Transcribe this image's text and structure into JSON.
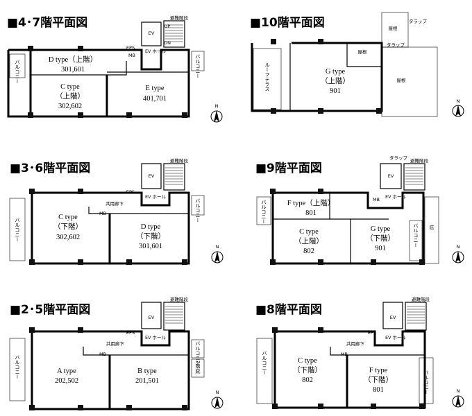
{
  "plans": [
    {
      "title": "■4･7階平面図",
      "units": [
        {
          "type": "D type（上階）",
          "rooms": "301,601"
        },
        {
          "type": "C type",
          "floor": "（上階）",
          "rooms": "302,602"
        },
        {
          "type": "E type",
          "rooms": "401,701"
        }
      ],
      "labels": {
        "balcony": "バルコニー",
        "ev": "EV",
        "ev_hall": "EV ホール",
        "eps": "EPS",
        "mb": "MB",
        "stairs": "避難階段",
        "up": "UP",
        "dn": "DN"
      }
    },
    {
      "title": "■10階平面図",
      "units": [
        {
          "type": "G type",
          "floor": "（上階）",
          "rooms": "901"
        }
      ],
      "labels": {
        "roof_terrace": "ルーフテラス",
        "elevator_roof": "屋根",
        "ev_top": "屋根",
        "rooftop": "屋根",
        "trap": "タラップ"
      }
    },
    {
      "title": "■3･6階平面図",
      "units": [
        {
          "type": "C type",
          "floor": "（下階）",
          "rooms": "302,602"
        },
        {
          "type": "D type",
          "floor": "（下階）",
          "rooms": "301,601"
        }
      ],
      "labels": {
        "balcony": "バルコニー",
        "corridor": "共用廊下",
        "ev": "EV",
        "ev_hall": "EV ホール",
        "eps": "EPS",
        "mb": "MB",
        "stairs": "避難階段"
      }
    },
    {
      "title": "■9階平面図",
      "units": [
        {
          "type": "F type（上階）",
          "rooms": "801"
        },
        {
          "type": "C type",
          "floor": "（上階）",
          "rooms": "802"
        },
        {
          "type": "G type",
          "floor": "（下階）",
          "rooms": "901"
        }
      ],
      "labels": {
        "balcony": "バルコニー",
        "ev": "EV",
        "ev_hall": "EV ホール",
        "mb": "MB",
        "stairs": "避難階段",
        "trap": "タラップ",
        "ni": "庇"
      }
    },
    {
      "title": "■2･5階平面図",
      "units": [
        {
          "type": "A type",
          "rooms": "202,502"
        },
        {
          "type": "B type",
          "rooms": "201,501"
        }
      ],
      "labels": {
        "balcony": "バルコニー",
        "corridor": "共用廊下",
        "ev": "EV",
        "ev_hall": "EV ホール",
        "eps": "EPS",
        "mb": "MB",
        "stairs": "避難階段",
        "roof2": "2階庇"
      }
    },
    {
      "title": "■8階平面図",
      "units": [
        {
          "type": "C type",
          "floor": "（下階）",
          "rooms": "802"
        },
        {
          "type": "F type",
          "floor": "（下階）",
          "rooms": "801"
        }
      ],
      "labels": {
        "balcony": "バルコニー",
        "corridor": "共用廊下",
        "ev": "EV",
        "ev_hall": "EV ホール",
        "eps": "EPS",
        "mb": "MB",
        "stairs": "避難階段"
      }
    }
  ],
  "compass": "N"
}
